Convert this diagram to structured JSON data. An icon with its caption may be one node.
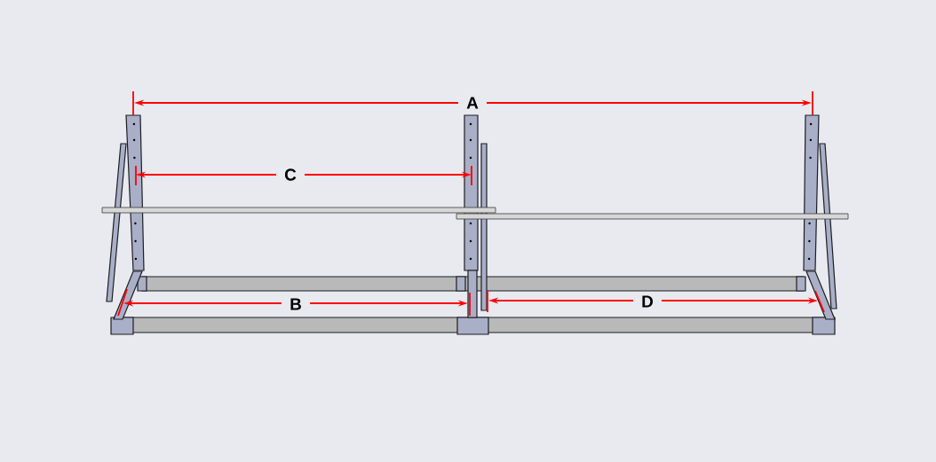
{
  "diagram": {
    "labels": [
      "A",
      "C",
      "B",
      "D"
    ]
  }
}
